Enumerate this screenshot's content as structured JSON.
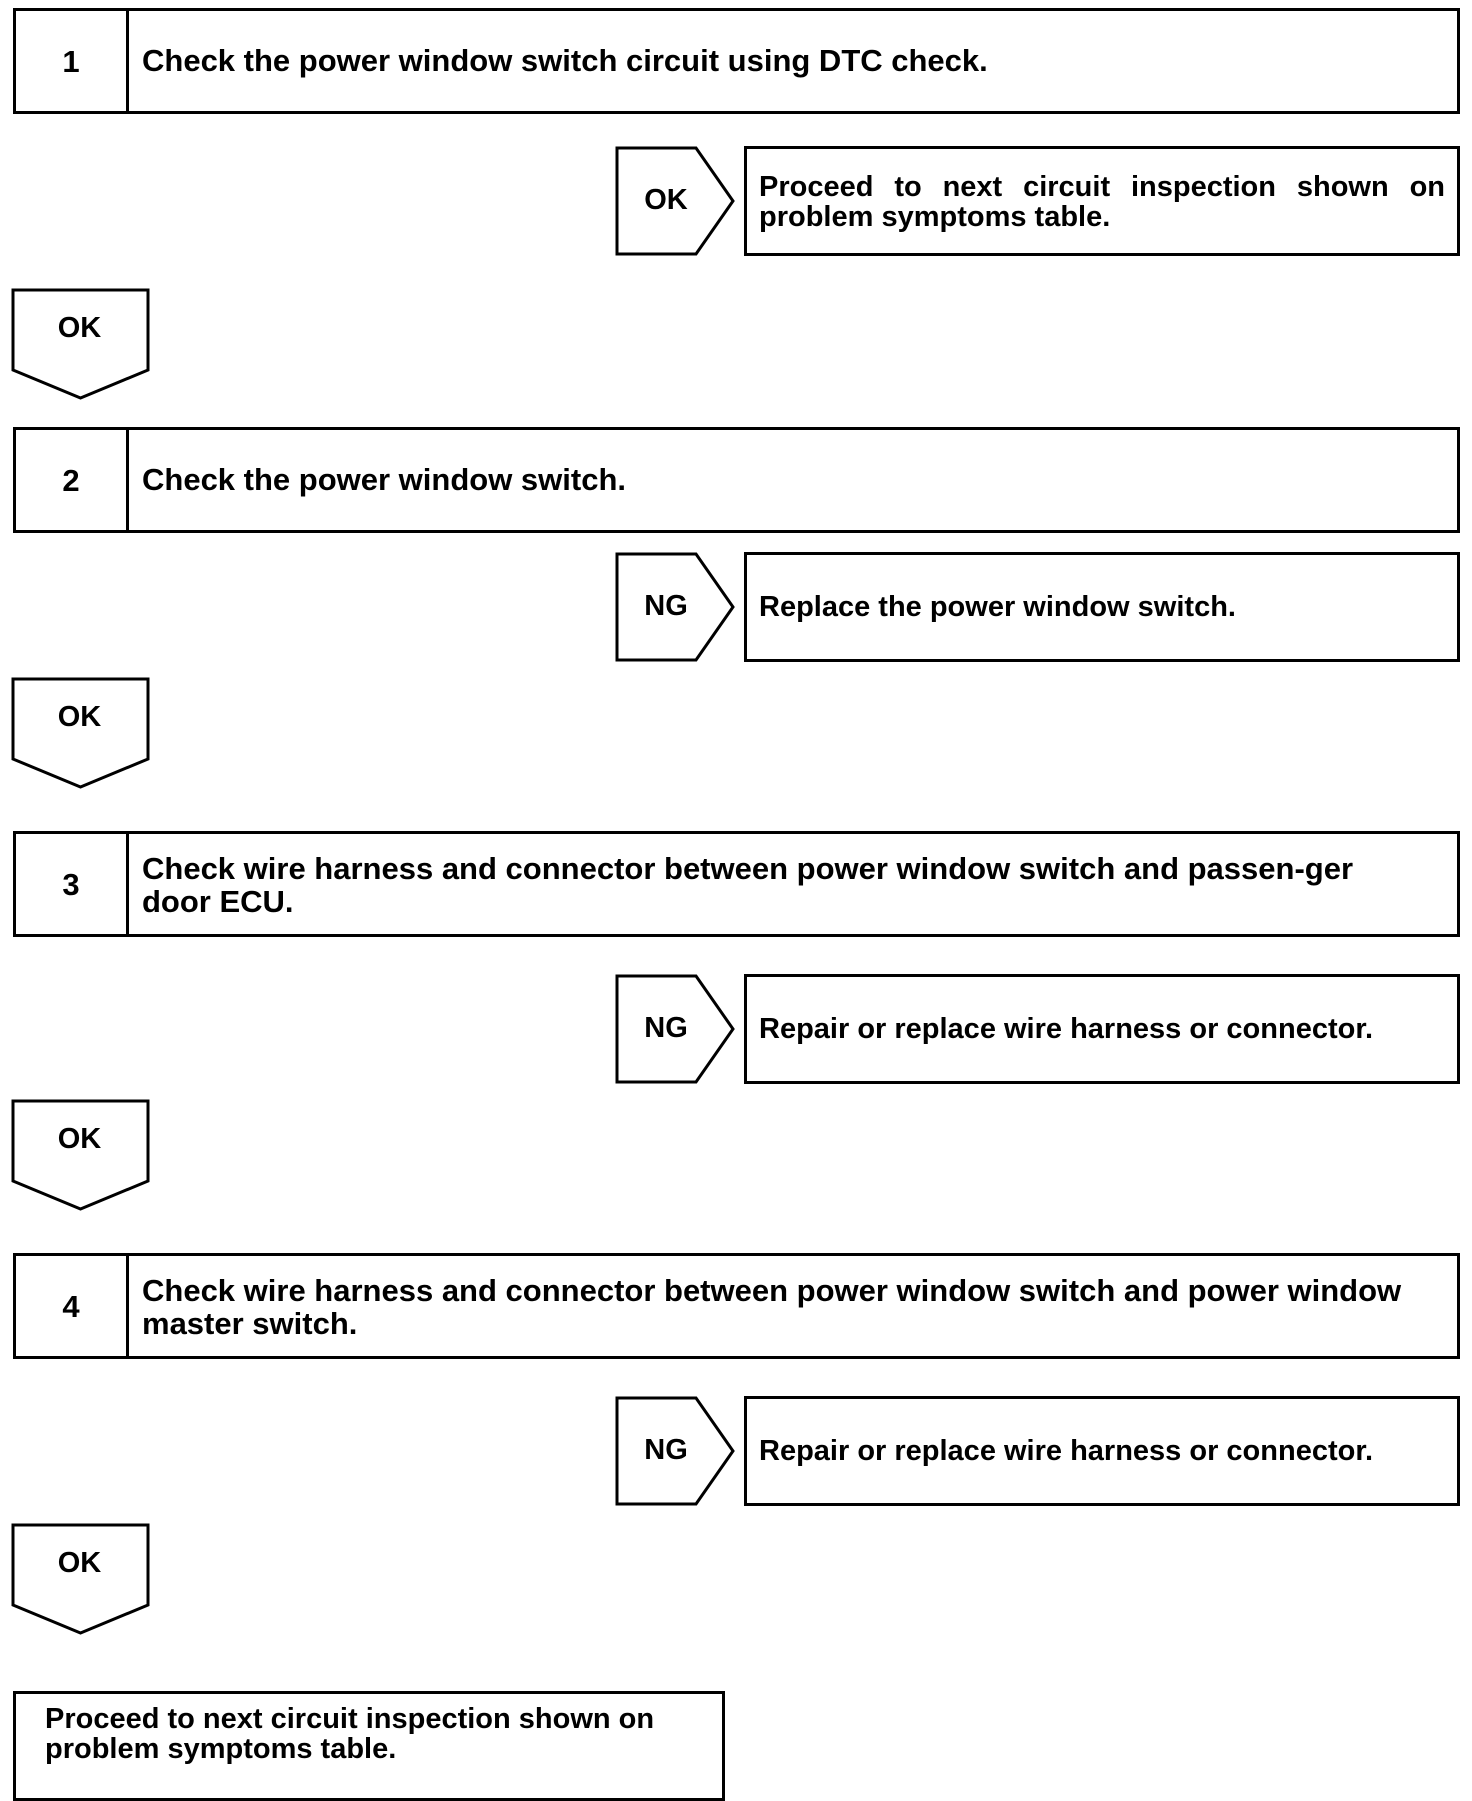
{
  "steps": [
    {
      "number": "1",
      "text": "Check the power window switch circuit using DTC check."
    },
    {
      "number": "2",
      "text": "Check the power window switch."
    },
    {
      "number": "3",
      "text": "Check wire harness and connector between power window switch and passen-ger door ECU."
    },
    {
      "number": "4",
      "text": "Check wire harness and connector between power window switch and power window master switch."
    }
  ],
  "branches": [
    {
      "label": "OK",
      "action": "Proceed to next circuit inspection shown on problem symptoms table."
    },
    {
      "label": "NG",
      "action": "Replace the power window switch."
    },
    {
      "label": "NG",
      "action": "Repair or replace wire harness or connector."
    },
    {
      "label": "NG",
      "action": "Repair or replace wire harness or connector."
    }
  ],
  "continue_labels": [
    "OK",
    "OK",
    "OK",
    "OK"
  ],
  "final_action": "Proceed to next circuit inspection shown on problem symptoms table."
}
